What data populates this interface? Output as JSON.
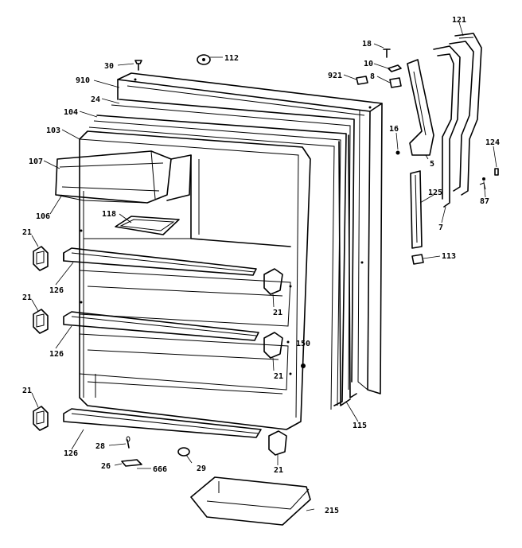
{
  "diagram": {
    "callouts": [
      {
        "id": "c30",
        "text": "30"
      },
      {
        "id": "c112",
        "text": "112"
      },
      {
        "id": "c910",
        "text": "910"
      },
      {
        "id": "c24",
        "text": "24"
      },
      {
        "id": "c104",
        "text": "104"
      },
      {
        "id": "c103",
        "text": "103"
      },
      {
        "id": "c107",
        "text": "107"
      },
      {
        "id": "c106",
        "text": "106"
      },
      {
        "id": "c118",
        "text": "118"
      },
      {
        "id": "c21a",
        "text": "21"
      },
      {
        "id": "c126a",
        "text": "126"
      },
      {
        "id": "c21b",
        "text": "21"
      },
      {
        "id": "c126b",
        "text": "126"
      },
      {
        "id": "c21c",
        "text": "21"
      },
      {
        "id": "c126c",
        "text": "126"
      },
      {
        "id": "c28",
        "text": "28"
      },
      {
        "id": "c26",
        "text": "26"
      },
      {
        "id": "c666",
        "text": "666"
      },
      {
        "id": "c29",
        "text": "29"
      },
      {
        "id": "c21d",
        "text": "21"
      },
      {
        "id": "c215",
        "text": "215"
      },
      {
        "id": "c21e",
        "text": "21"
      },
      {
        "id": "c21f",
        "text": "21"
      },
      {
        "id": "c150",
        "text": "150"
      },
      {
        "id": "c115",
        "text": "115"
      },
      {
        "id": "c18",
        "text": "18"
      },
      {
        "id": "c10",
        "text": "10"
      },
      {
        "id": "c921",
        "text": "921"
      },
      {
        "id": "c8",
        "text": "8"
      },
      {
        "id": "c16",
        "text": "16"
      },
      {
        "id": "c5",
        "text": "5"
      },
      {
        "id": "c121",
        "text": "121"
      },
      {
        "id": "c124",
        "text": "124"
      },
      {
        "id": "c87",
        "text": "87"
      },
      {
        "id": "c125",
        "text": "125"
      },
      {
        "id": "c7",
        "text": "7"
      },
      {
        "id": "c113",
        "text": "113"
      }
    ]
  }
}
